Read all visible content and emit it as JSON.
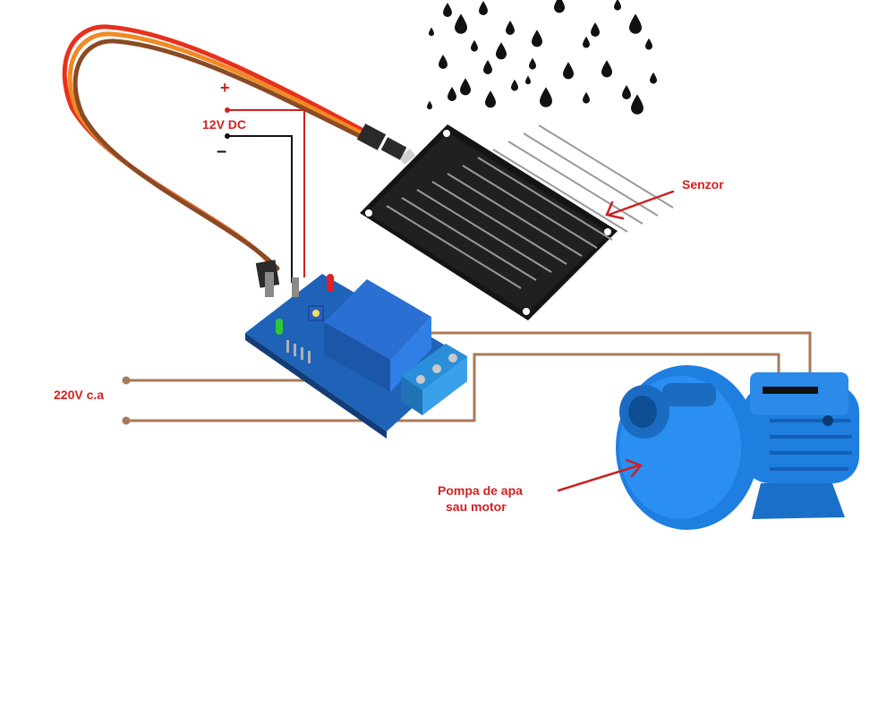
{
  "colors": {
    "label_red": "#d42020",
    "label_dark": "#111111",
    "wire_red": "#e8301c",
    "wire_orange": "#f08a24",
    "wire_brown": "#8a4a24",
    "ac_wire": "#a87a5a",
    "pcb_blue": "#1f63b8",
    "relay_blue": "#2a6fd1",
    "sensor_black": "#141414",
    "pump_blue": "#1f7fe0",
    "terminal_blue": "#2b8ed8"
  },
  "labels": {
    "plus": "+",
    "minus": "–",
    "dc_supply": "12V DC",
    "sensor": "Senzor",
    "ac_supply": "220V c.a",
    "pump_line1": "Pompa de apa",
    "pump_line2": "sau motor"
  },
  "icons": {
    "raindrops": "raindrop-icon",
    "relay_module": "relay-module-icon",
    "rain_sensor": "rain-sensor-icon",
    "water_pump": "water-pump-icon",
    "pointer_arrows": "arrow-icon"
  }
}
